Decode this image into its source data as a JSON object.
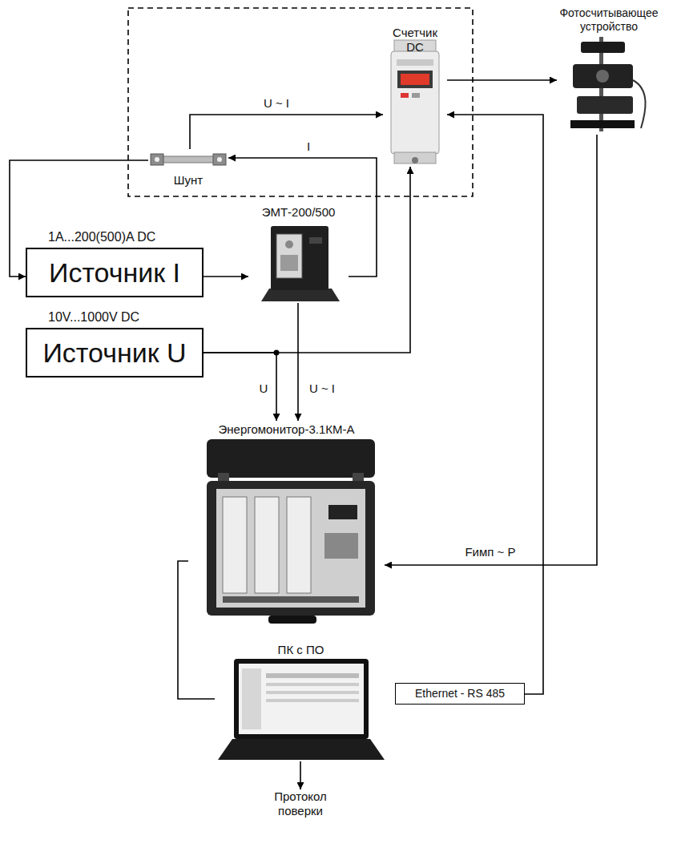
{
  "diagram": {
    "nodes": [
      {
        "text": [
          "Счетчик DC"
        ]
      },
      {
        "text": [
          "Фотосчитывающее устройство"
        ]
      },
      {
        "text": [
          "Шунт"
        ]
      },
      {
        "text": [
          "ЭМТ-200/500"
        ]
      },
      {
        "text": [
          "1A...200(500)A DC",
          "Источник I"
        ]
      },
      {
        "text": [
          "10V...1000V DC",
          "Источник U"
        ]
      },
      {
        "text": [
          "Энергомонитор-3.1КМ-А"
        ]
      },
      {
        "text": [
          "ПК с ПО"
        ]
      },
      {
        "text": [
          "Ethernet - RS 485"
        ]
      },
      {
        "text": [
          "Протокол поверки"
        ]
      }
    ],
    "edges": [
      {
        "from": 2,
        "to": 0,
        "label": "U ~ I",
        "arrow": "to"
      },
      {
        "from": 3,
        "to": 2,
        "label": "I",
        "arrow": "to"
      },
      {
        "from": 2,
        "to": 4,
        "arrow": "to"
      },
      {
        "from": 4,
        "to": 3,
        "arrow": "to"
      },
      {
        "from": 5,
        "to": 0,
        "arrow": "to"
      },
      {
        "from": 5,
        "to": 6,
        "label": "U",
        "arrow": "to"
      },
      {
        "from": 3,
        "to": 6,
        "label": "U ~ I",
        "arrow": "to"
      },
      {
        "from": 0,
        "to": 1,
        "arrow": "to"
      },
      {
        "from": 1,
        "to": 6,
        "label": "Fимп ~ P",
        "arrow": "to"
      },
      {
        "from": 8,
        "to": 0,
        "arrow": "to"
      },
      {
        "from": 6,
        "to": 7,
        "arrow": "none"
      },
      {
        "from": 7,
        "to": 9,
        "arrow": "to"
      }
    ]
  }
}
